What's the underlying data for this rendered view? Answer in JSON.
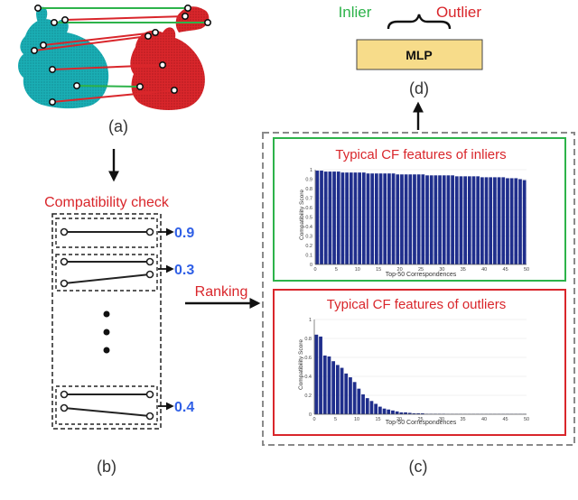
{
  "panel_a": {
    "caption": "(a)"
  },
  "panel_b": {
    "caption": "(b)",
    "title": "Compatibility check",
    "scores": [
      "0.9",
      "0.3",
      "0.4"
    ]
  },
  "ranking_label": "Ranking",
  "panel_c": {
    "caption": "(c)"
  },
  "panel_d": {
    "caption": "(d)",
    "mlp_label": "MLP",
    "inlier_label": "Inlier",
    "outlier_label": "Outlier"
  },
  "colors": {
    "bunny_cyan": "#1aaeb4",
    "bunny_red": "#d9262b",
    "inlier_green": "#2db34a",
    "outlier_red": "#d9262b",
    "bar_navy": "#1f2e8c",
    "score_blue": "#2f5fe6",
    "mlp_fill": "#f7dc8a"
  },
  "chart_data": [
    {
      "type": "bar",
      "title": "Typical CF features of inliers",
      "xlabel": "Top-50 Correspondences",
      "ylabel": "Compatibility Score",
      "xticks": [
        "0",
        "5",
        "10",
        "15",
        "20",
        "25",
        "30",
        "35",
        "40",
        "45",
        "50"
      ],
      "yticks": [
        "0",
        "0.1",
        "0.2",
        "0.3",
        "0.4",
        "0.5",
        "0.6",
        "0.7",
        "0.8",
        "0.9",
        "1"
      ],
      "ylim": [
        0,
        1
      ],
      "values": [
        0.99,
        0.99,
        0.98,
        0.98,
        0.98,
        0.98,
        0.97,
        0.97,
        0.97,
        0.97,
        0.97,
        0.97,
        0.96,
        0.96,
        0.96,
        0.96,
        0.96,
        0.96,
        0.96,
        0.95,
        0.95,
        0.95,
        0.95,
        0.95,
        0.95,
        0.95,
        0.94,
        0.94,
        0.94,
        0.94,
        0.94,
        0.94,
        0.94,
        0.93,
        0.93,
        0.93,
        0.93,
        0.93,
        0.93,
        0.92,
        0.92,
        0.92,
        0.92,
        0.92,
        0.92,
        0.91,
        0.91,
        0.91,
        0.9,
        0.89
      ]
    },
    {
      "type": "bar",
      "title": "Typical CF features of outliers",
      "xlabel": "Top-50 Correspondences",
      "ylabel": "Compatibility Score",
      "xticks": [
        "0",
        "5",
        "10",
        "15",
        "20",
        "25",
        "30",
        "35",
        "40",
        "45",
        "50"
      ],
      "yticks": [
        "0",
        "0.2",
        "0.4",
        "0.6",
        "0.8",
        "1"
      ],
      "ylim": [
        0,
        1
      ],
      "values": [
        0.84,
        0.82,
        0.62,
        0.61,
        0.56,
        0.52,
        0.49,
        0.43,
        0.39,
        0.34,
        0.27,
        0.21,
        0.17,
        0.14,
        0.11,
        0.08,
        0.06,
        0.05,
        0.04,
        0.03,
        0.02,
        0.02,
        0.015,
        0.01,
        0.01,
        0.01,
        0.005,
        0.005,
        0.005,
        0.005,
        0.005,
        0.003,
        0.003,
        0.003,
        0.003,
        0.002,
        0.002,
        0.002,
        0.002,
        0.002,
        0.002,
        0.001,
        0.001,
        0.001,
        0.001,
        0.001,
        0.001,
        0.001,
        0.001,
        0.001
      ]
    }
  ]
}
